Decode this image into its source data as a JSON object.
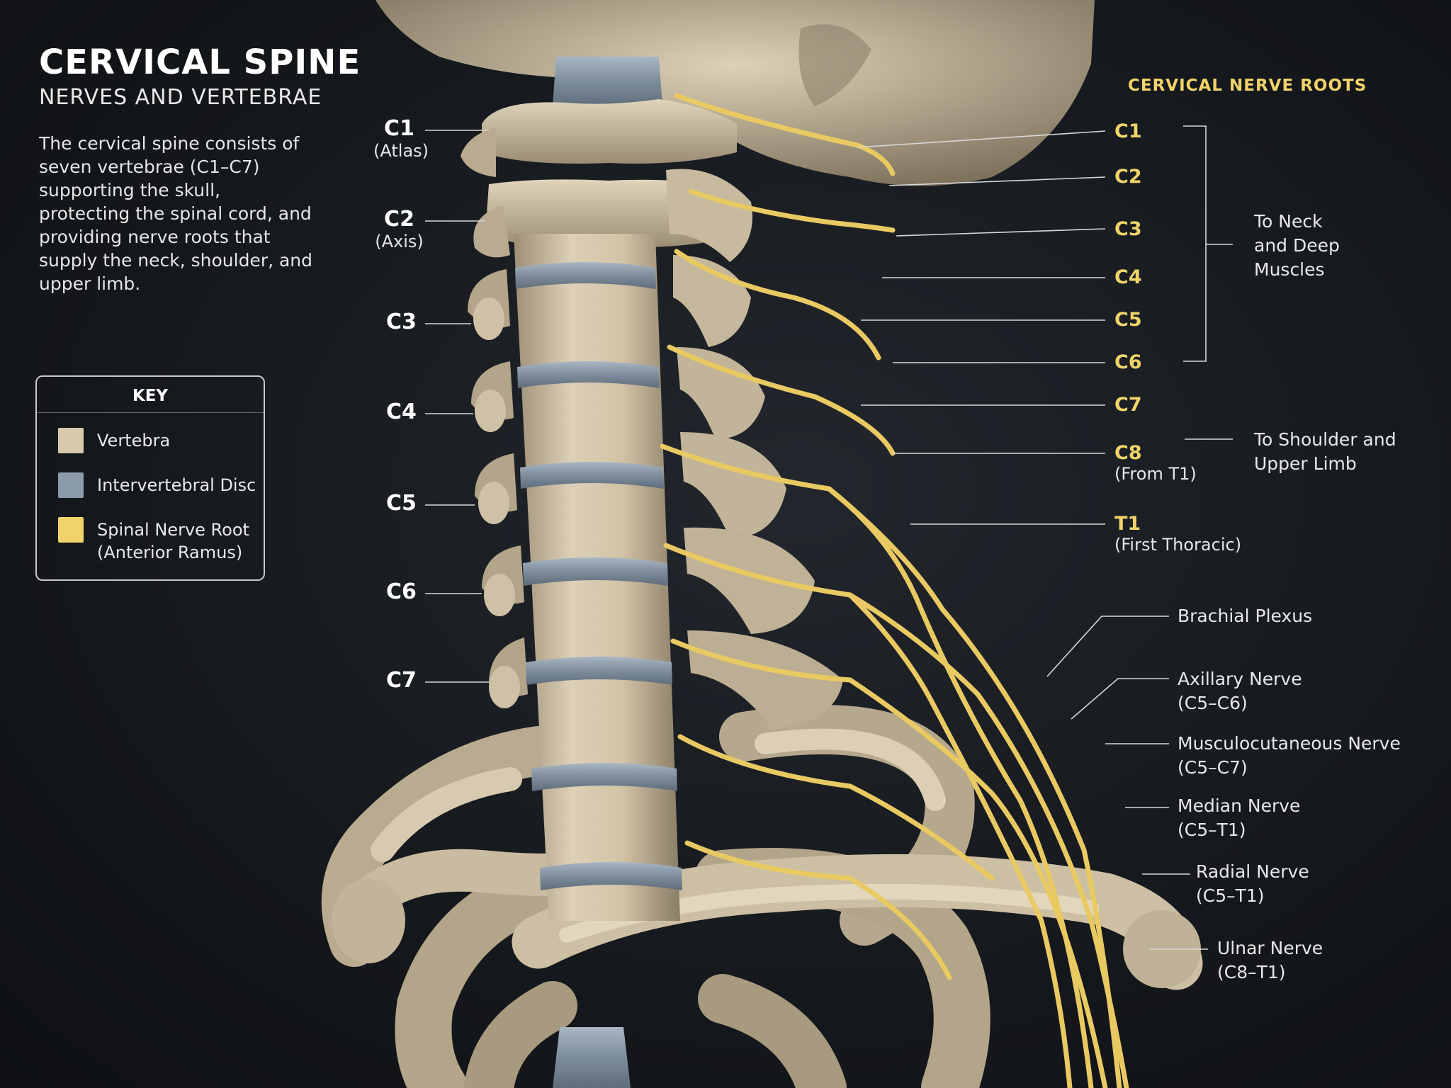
{
  "header": {
    "title": "CERVICAL SPINE",
    "subtitle": "NERVES AND VERTEBRAE",
    "description": "The cervical spine consists of seven vertebrae (C1–C7) supporting the skull, protecting the spinal cord, and providing nerve roots that supply the neck, shoulder, and upper limb."
  },
  "key": {
    "title": "KEY",
    "items": [
      {
        "label": "Vertebra",
        "color": "#d8c9ad"
      },
      {
        "label": "Intervertebral Disc",
        "color": "#8c9bab"
      },
      {
        "label": "Spinal Nerve Root",
        "sublabel": "(Anterior Ramus)",
        "color": "#f0d36a"
      }
    ]
  },
  "vertebrae": [
    {
      "label": "C1",
      "sublabel": "(Atlas)"
    },
    {
      "label": "C2",
      "sublabel": "(Axis)"
    },
    {
      "label": "C3"
    },
    {
      "label": "C4"
    },
    {
      "label": "C5"
    },
    {
      "label": "C6"
    },
    {
      "label": "C7"
    }
  ],
  "nerve_roots": {
    "title": "CERVICAL NERVE ROOTS",
    "items": [
      {
        "label": "C1"
      },
      {
        "label": "C2"
      },
      {
        "label": "C3"
      },
      {
        "label": "C4"
      },
      {
        "label": "C5"
      },
      {
        "label": "C6"
      },
      {
        "label": "C7"
      },
      {
        "label": "C8",
        "sublabel": "(From T1)"
      },
      {
        "label": "T1",
        "sublabel": "(First Thoracic)"
      }
    ],
    "groups": [
      {
        "label": "To Neck and Deep Muscles"
      },
      {
        "label": "To Shoulder and Upper Limb"
      }
    ]
  },
  "branches": [
    {
      "label": "Brachial Plexus"
    },
    {
      "label": "Axillary Nerve",
      "sublabel": "(C5–C6)"
    },
    {
      "label": "Musculocutaneous Nerve",
      "sublabel": "(C5–C7)"
    },
    {
      "label": "Median Nerve",
      "sublabel": "(C5–T1)"
    },
    {
      "label": "Radial Nerve",
      "sublabel": "(C5–T1)"
    },
    {
      "label": "Ulnar Nerve",
      "sublabel": "(C8–T1)"
    }
  ],
  "colors": {
    "background": "#15181c",
    "bone": "#d8c9ad",
    "disc": "#8c9bab",
    "nerve": "#f0d36a"
  }
}
